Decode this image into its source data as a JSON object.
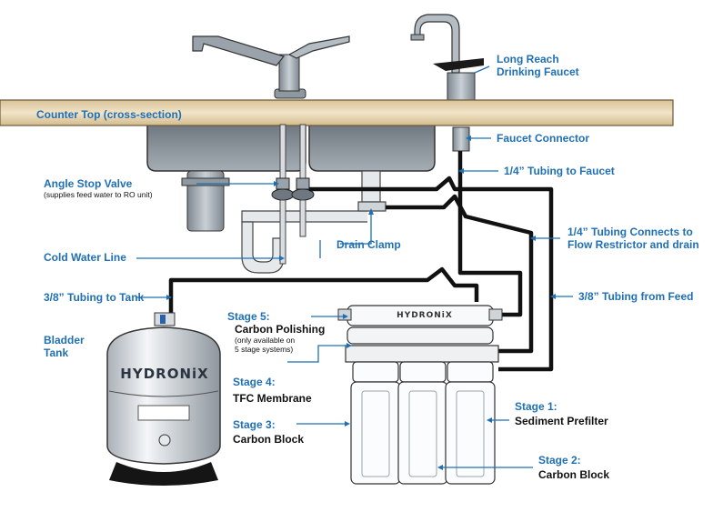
{
  "counter_label": "Counter Top (cross-section)",
  "brand": {
    "tank": "HYDRONiX",
    "module": "HYDRONiX"
  },
  "labels": {
    "long_reach_faucet": [
      "Long Reach",
      "Drinking Faucet"
    ],
    "faucet_connector": "Faucet Connector",
    "tubing_to_faucet": "1/4” Tubing to Faucet",
    "angle_stop_valve": "Angle Stop Valve",
    "angle_stop_valve_note": "(supplies feed water to RO unit)",
    "drain_clamp": "Drain Clamp",
    "tubing_connects": [
      "1/4” Tubing Connects to",
      "Flow Restrictor and drain"
    ],
    "cold_water_line": "Cold Water Line",
    "tubing_to_tank": "3/8” Tubing to Tank",
    "tubing_from_feed": "3/8” Tubing from Feed",
    "bladder_tank": [
      "Bladder",
      "Tank"
    ],
    "stage5_title": "Stage 5:",
    "stage5_name": "Carbon Polishing",
    "stage5_note": [
      "(only available on",
      "5 stage systems)"
    ],
    "stage4_title": "Stage 4:",
    "stage4_name": "TFC Membrane",
    "stage3_title": "Stage 3:",
    "stage3_name": "Carbon Block",
    "stage1_title": "Stage 1:",
    "stage1_name": "Sediment Prefilter",
    "stage2_title": "Stage 2:",
    "stage2_name": "Carbon Block"
  },
  "colors": {
    "label_blue": "#1f6fb5",
    "counter_wood": "#ead9b8",
    "steel": "#9aa3ab",
    "tubing": "#111111"
  }
}
